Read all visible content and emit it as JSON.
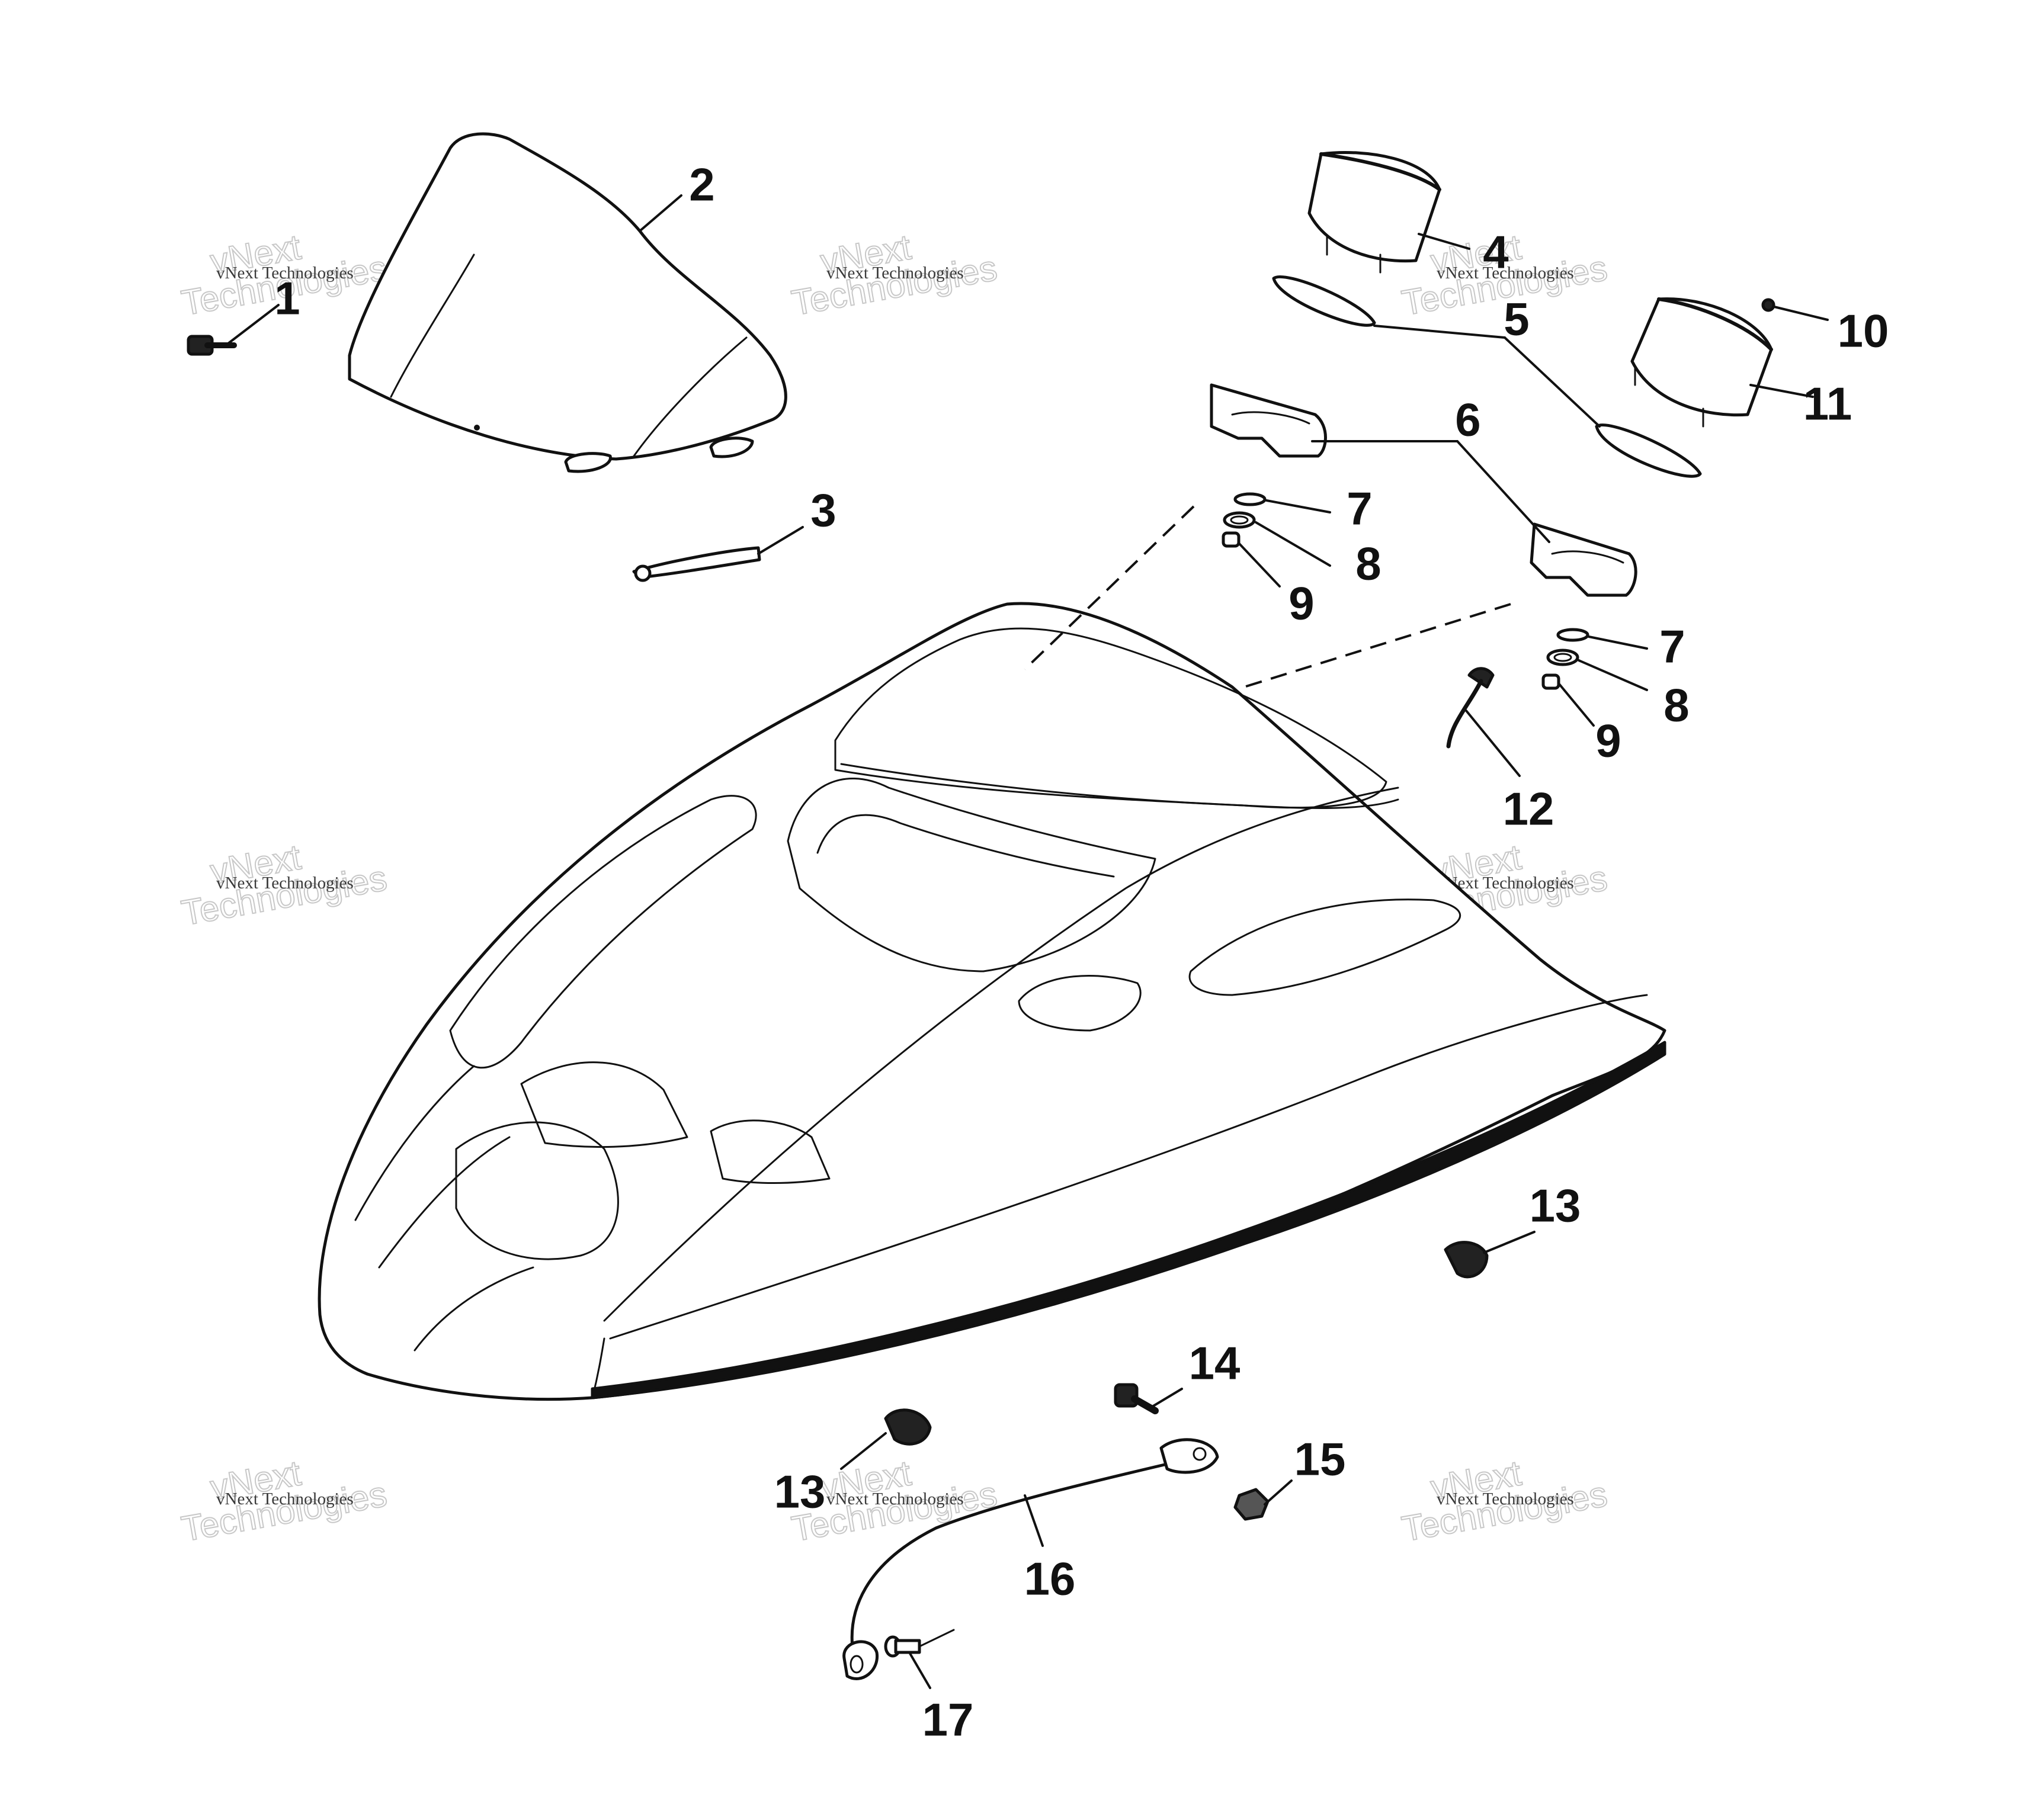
{
  "callouts": [
    {
      "id": "c1",
      "label": "1"
    },
    {
      "id": "c2",
      "label": "2"
    },
    {
      "id": "c3",
      "label": "3"
    },
    {
      "id": "c4",
      "label": "4"
    },
    {
      "id": "c5",
      "label": "5"
    },
    {
      "id": "c6",
      "label": "6"
    },
    {
      "id": "c7a",
      "label": "7"
    },
    {
      "id": "c8a",
      "label": "8"
    },
    {
      "id": "c9a",
      "label": "9"
    },
    {
      "id": "c7b",
      "label": "7"
    },
    {
      "id": "c8b",
      "label": "8"
    },
    {
      "id": "c9b",
      "label": "9"
    },
    {
      "id": "c10",
      "label": "10"
    },
    {
      "id": "c11",
      "label": "11"
    },
    {
      "id": "c12",
      "label": "12"
    },
    {
      "id": "c13a",
      "label": "13"
    },
    {
      "id": "c13b",
      "label": "13"
    },
    {
      "id": "c14",
      "label": "14"
    },
    {
      "id": "c15",
      "label": "15"
    },
    {
      "id": "c16",
      "label": "16"
    },
    {
      "id": "c17",
      "label": "17"
    }
  ],
  "watermark": {
    "small_text": "vNext Technologies",
    "large_line1": "vNext",
    "large_line2": "Technologies"
  }
}
